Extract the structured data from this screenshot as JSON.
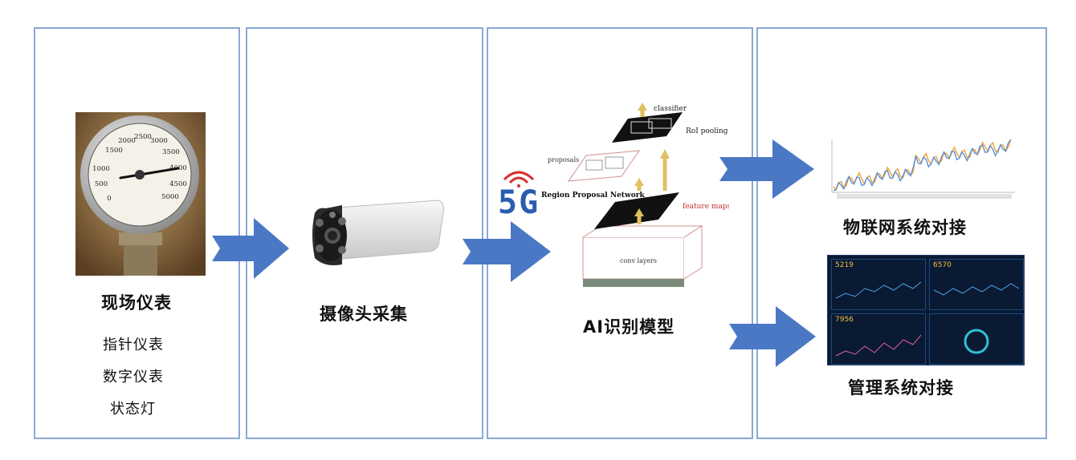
{
  "panels": {
    "meter": {
      "title": "现场仪表",
      "items": [
        "指针仪表",
        "数字仪表",
        "状态灯"
      ],
      "gauge_scale": [
        "1500",
        "2000",
        "2500",
        "3000",
        "3500",
        "1000",
        "500",
        "0",
        "4000",
        "4500",
        "5000"
      ]
    },
    "camera": {
      "title": "摄像头采集"
    },
    "ai": {
      "title": "AI识别模型",
      "badge": "5G",
      "diagram": {
        "classifier": "classifier",
        "roi": "RoI pooling",
        "proposals": "proposals",
        "rpn": "Region Proposal Network",
        "feature_maps": "feature maps",
        "conv": "conv layers"
      }
    },
    "integration": {
      "iot_title": "物联网系统对接",
      "mgmt_title": "管理系统对接",
      "dashboard": {
        "stats": [
          "5219",
          "6570",
          "7956"
        ]
      }
    }
  },
  "colors": {
    "border": "#8aa8d6",
    "arrow": "#4a78c4",
    "dashboard_bg": "#0a1a33",
    "line_orange": "#f0a030",
    "line_blue": "#5a8fd8"
  }
}
